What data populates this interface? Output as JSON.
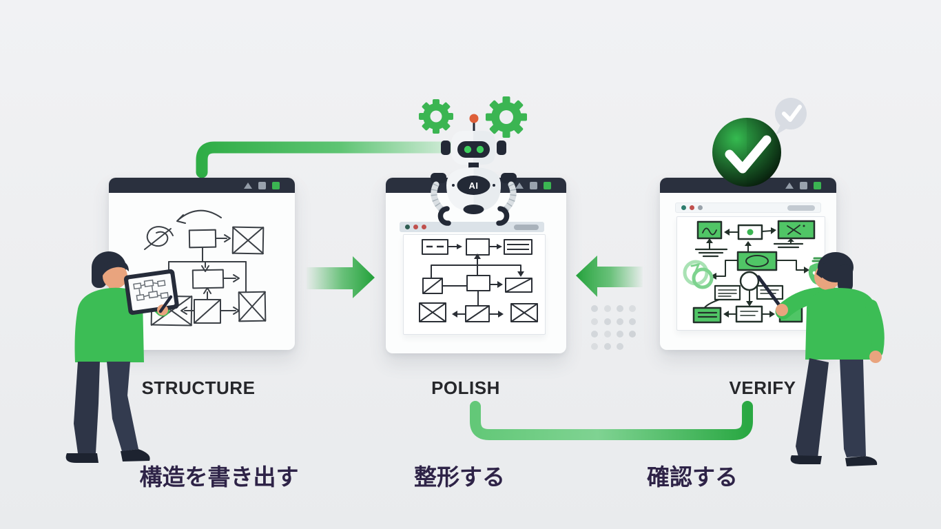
{
  "steps": [
    {
      "key": "structure",
      "label": "STRUCTURE",
      "caption": "構造を書き出す"
    },
    {
      "key": "polish",
      "label": "POLISH",
      "caption": "整形する"
    },
    {
      "key": "verify",
      "label": "VERIFY",
      "caption": "確認する"
    }
  ],
  "robot": {
    "chest_label": "AI"
  },
  "window_controls": [
    "triangle-icon",
    "square-icon",
    "green-square-icon"
  ],
  "decor_icons": [
    "gear-icon",
    "gear-icon",
    "check-circle-icon",
    "check-bubble-icon",
    "dot-grid",
    "flow-arrow-right",
    "flow-arrow-left",
    "pipe-connector-top",
    "pipe-connector-bottom"
  ],
  "colors": {
    "accent_green": "#2fad46",
    "bright_green": "#3bb552",
    "fill_green": "#50c566",
    "titlebar_dark": "#2a303e",
    "label_text": "#26272b",
    "caption_text": "#2e2347",
    "background": "#edeef0",
    "skin": "#e9a47e",
    "pants_navy": "#2e3547",
    "antenna_orange": "#de5f38",
    "bubble_gray": "#d8dce3"
  }
}
